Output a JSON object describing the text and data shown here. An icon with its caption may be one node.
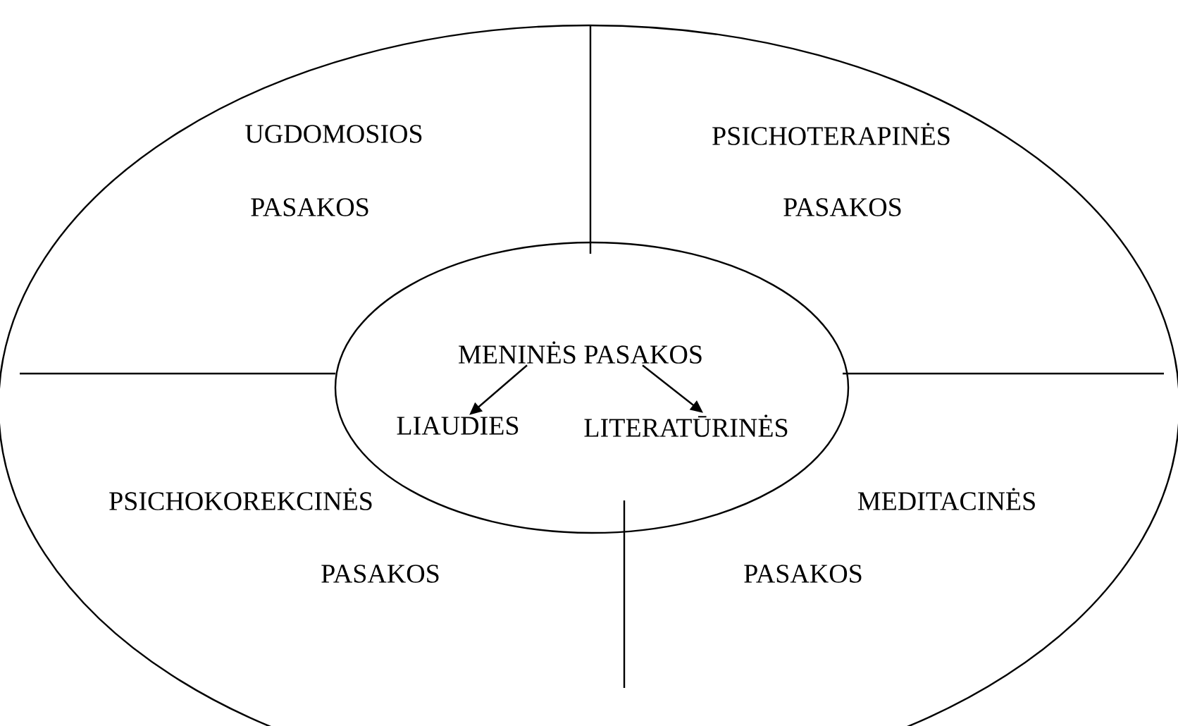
{
  "diagram": {
    "nodes": [
      {
        "text": [],
        "shape": "ellipse"
      },
      {
        "text": [
          "MENINĖS PASAKOS"
        ],
        "in": 0
      },
      {
        "text": [
          "LIAUDIES"
        ],
        "in": 0
      },
      {
        "text": [
          "LITERATŪRINĖS"
        ],
        "in": 0
      }
    ],
    "edges": [
      {
        "from": 1,
        "to": 2,
        "arrow": "to"
      },
      {
        "from": 1,
        "to": 3,
        "arrow": "to"
      }
    ],
    "labels": [
      "UGDOMOSIOS",
      "PASAKOS",
      "PSICHOTERAPINĖS",
      "PASAKOS",
      "PSICHOKOREKCINĖS",
      "PASAKOS",
      "MEDITACINĖS",
      "PASAKOS"
    ]
  }
}
